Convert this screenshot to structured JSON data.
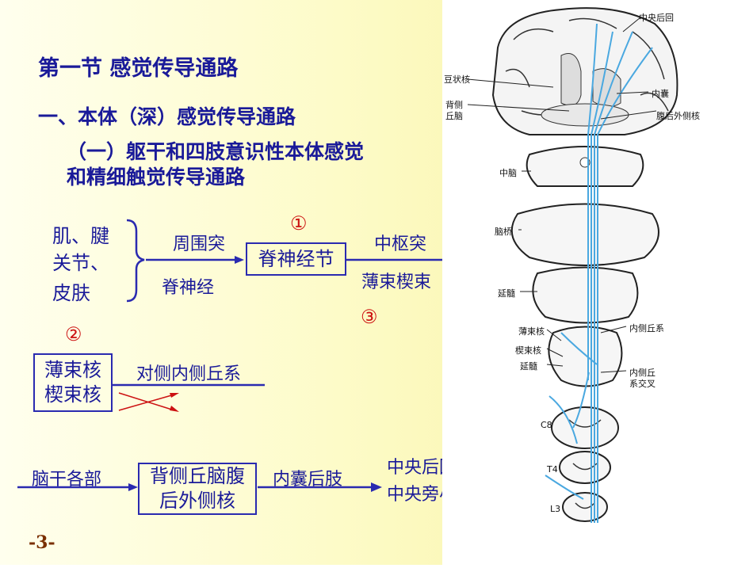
{
  "slide": {
    "title": "第一节  感觉传导通路",
    "subtitle": "一、本体（深）感觉传导通路",
    "section_line1": "（一）躯干和四肢意识性本体感觉",
    "section_line2": "和精细触觉传导通路",
    "page_number": "-3-"
  },
  "pathway1": {
    "receptors": [
      "肌、腱",
      "关节、",
      "皮肤"
    ],
    "label_above": "周围突",
    "label_below": "脊神经",
    "neuron_box": "脊神经节",
    "marker": "①",
    "out_above": "中枢突",
    "out_below": "薄束楔束",
    "marker3": "③"
  },
  "pathway2": {
    "marker": "②",
    "box_lines": [
      "薄束核",
      "楔束核"
    ],
    "label": "对侧内侧丘系"
  },
  "pathway3": {
    "source": "脑干各部",
    "box_lines": [
      "背侧丘脑腹",
      "后外侧核"
    ],
    "label": "内囊后肢",
    "targets": [
      "中央后回中上部",
      "中央旁小叶后部"
    ]
  },
  "figure_labels": {
    "postcentral": "中央后回",
    "lentiform": "豆状核",
    "internal_capsule": "内囊",
    "thalamus_1": "背侧",
    "thalamus_2": "丘脑",
    "vpl": "腹后外侧核",
    "midbrain": "中脑",
    "pons": "脑桥",
    "medulla_1": "延髓",
    "medial_lemniscus": "内侧丘系",
    "gracile_nucleus": "薄束核",
    "cuneate_nucleus": "楔束核",
    "medulla_2": "延髓",
    "decussation_1": "内侧丘",
    "decussation_2": "系交叉",
    "c8": "C8",
    "t4": "T4",
    "l3": "L3"
  },
  "colors": {
    "text_blue": "#1a1a99",
    "marker_red": "#cc1111",
    "arrow_blue": "#2a2ab0",
    "pathway_cyan": "#4aa8e0",
    "page_brown": "#7a2f00"
  }
}
